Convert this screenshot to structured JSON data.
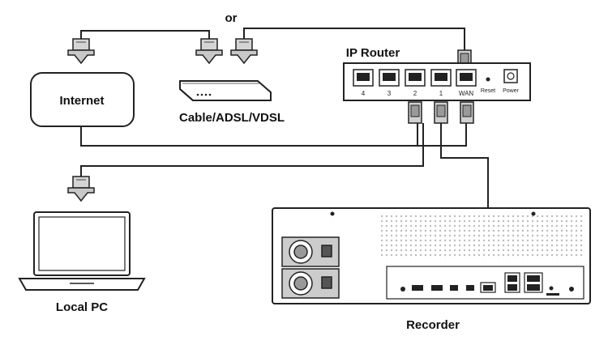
{
  "labels": {
    "or": "or",
    "internet": "Internet",
    "modem": "Cable/ADSL/VDSL",
    "router": "IP Router",
    "local_pc": "Local PC",
    "recorder": "Recorder"
  },
  "router_ports": {
    "p4": "4",
    "p3": "3",
    "p2": "2",
    "p1": "1",
    "wan": "WAN",
    "reset": "Reset",
    "power": "Power"
  },
  "colors": {
    "line": "#222222",
    "connector_fill": "#cccccc",
    "device_stroke": "#222222"
  },
  "icons": {
    "connector": "ethernet-plug-icon",
    "laptop": "laptop-icon",
    "modem": "modem-icon",
    "router": "router-icon",
    "recorder": "nvr-recorder-icon"
  }
}
